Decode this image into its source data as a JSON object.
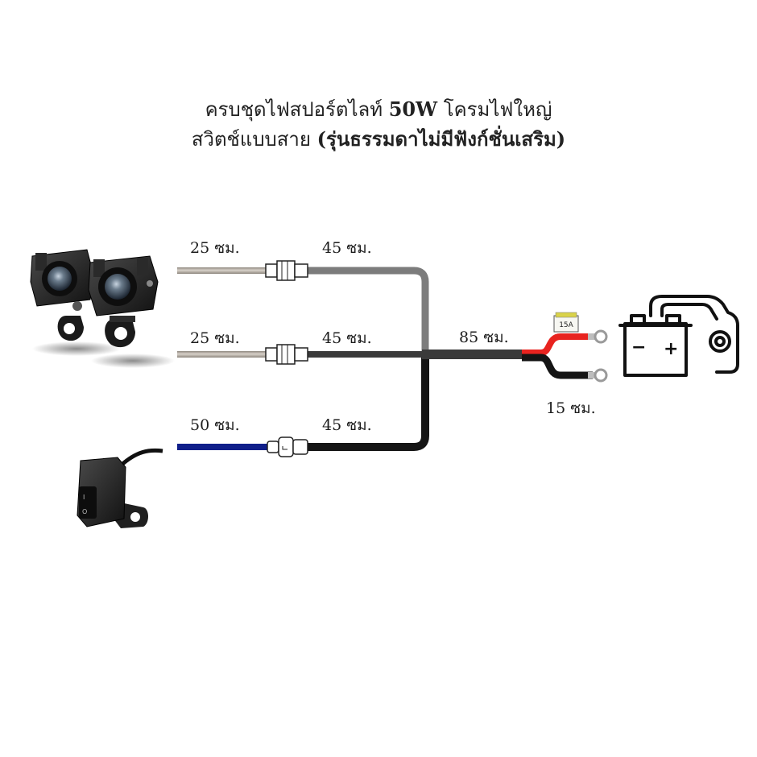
{
  "title": {
    "line1_prefix": "ครบชุดไฟสปอร์ตไลท์",
    "line1_bold": "50W",
    "line1_suffix": "โครมไฟใหญ่",
    "line2_prefix": "สวิตช์แบบสาย",
    "line2_bold": "(รุ่นธรรมดาไม่มีฟังก์ชั่นเสริม)"
  },
  "labels": {
    "top_left": "25 ซม.",
    "top_right": "45 ซม.",
    "mid_left": "25 ซม.",
    "mid_right": "45 ซม.",
    "bottom_left": "50 ซม.",
    "bottom_right": "45 ซม.",
    "main": "85 ซม.",
    "battery_lead": "15 ซม.",
    "fuse": "15A"
  },
  "battery": {
    "minus": "−",
    "plus": "+"
  },
  "colors": {
    "steel_cable": "#b2aaa0",
    "grey_cable": "#7c7c7c",
    "dark_cable": "#3a3a3a",
    "black_cable": "#151515",
    "blue_cable": "#101f8a",
    "red_wire": "#e8231f",
    "black_wire": "#141414"
  }
}
